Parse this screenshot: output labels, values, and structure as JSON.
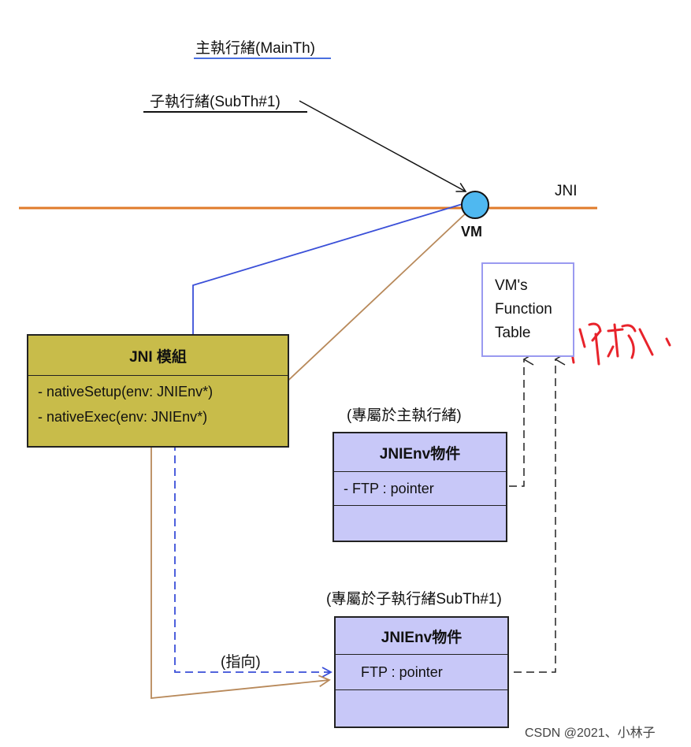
{
  "labels": {
    "main_thread": "主執行緒(MainTh)",
    "sub_thread": "子執行緒(SubTh#1)",
    "jni": "JNI",
    "vm": "VM",
    "main_owned": "(專屬於主執行緒)",
    "sub_owned": "(專屬於子執行緒SubTh#1)",
    "points_to": "(指向)"
  },
  "jni_module": {
    "title": "JNI 模組",
    "method_setup": "- nativeSetup(env: JNIEnv*)",
    "method_exec": "- nativeExec(env: JNIEnv*)"
  },
  "vm_function_table": {
    "line1": "VM's",
    "line2": "Function",
    "line3": "Table"
  },
  "jnienv_main": {
    "title": "JNIEnv物件",
    "field": "- FTP : pointer"
  },
  "jnienv_sub": {
    "title": "JNIEnv物件",
    "field": "FTP : pointer"
  },
  "watermark": "CSDN @2021、小林子",
  "colors": {
    "jni_line": "#e07b2a",
    "vm_node": "#4fb8f0",
    "blue_arrow": "#3a4fd8",
    "brown_arrow": "#b8895a",
    "module_fill": "#c8bc4a",
    "jnienv_fill": "#c8c8f8",
    "table_border": "#9a9af0",
    "annotation": "#e8232b"
  }
}
